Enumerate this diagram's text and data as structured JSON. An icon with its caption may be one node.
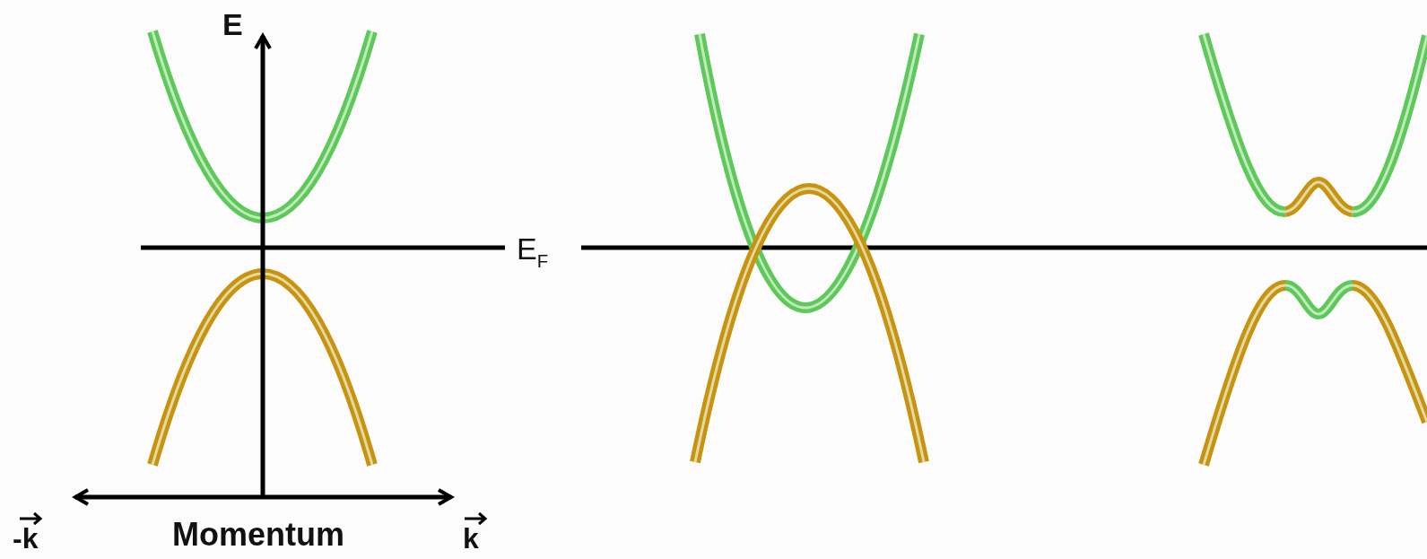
{
  "diagram": {
    "labels": [
      "E",
      "E$_{F}$",
      "-k",
      "k",
      "Momentum"
    ]
  }
}
